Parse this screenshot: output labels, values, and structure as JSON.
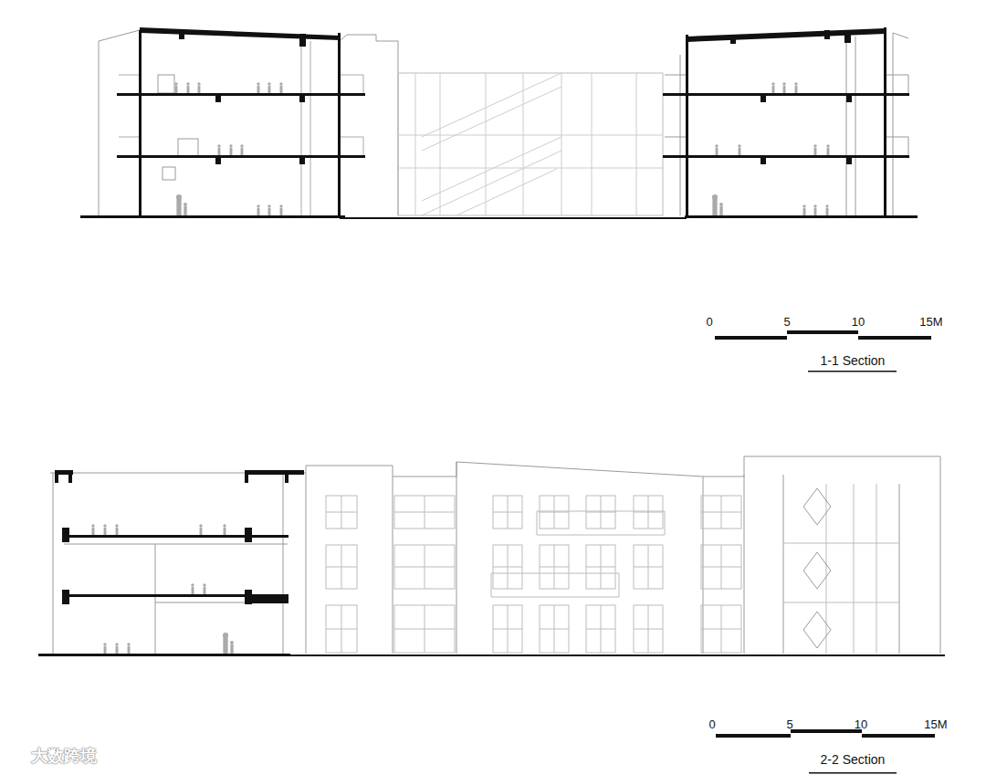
{
  "diagram": {
    "labels": [
      "0",
      "5",
      "10",
      "15M",
      "1-1 Section",
      "0",
      "5",
      "10",
      "15M",
      "2-2 Section",
      "大数跨境"
    ]
  }
}
